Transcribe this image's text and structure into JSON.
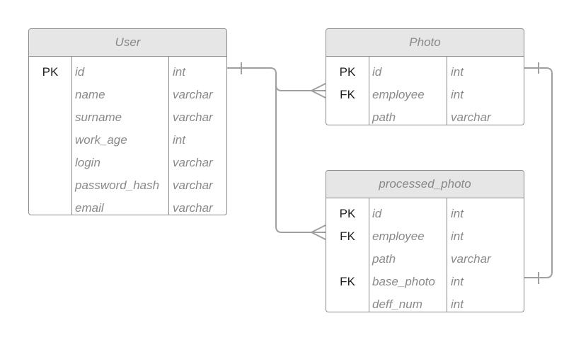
{
  "diagram": {
    "colors": {
      "border": "#8a8a8a",
      "header_bg": "#e6e6e6",
      "header_text": "#888888",
      "field_text": "#8a8a8a",
      "key_text": "#222222",
      "connector": "#a0a0a0"
    },
    "entities": {
      "user": {
        "title": "User",
        "fields": [
          {
            "key": "PK",
            "name": "id",
            "type": "int"
          },
          {
            "key": "",
            "name": "name",
            "type": "varchar"
          },
          {
            "key": "",
            "name": "surname",
            "type": "varchar"
          },
          {
            "key": "",
            "name": "work_age",
            "type": "int"
          },
          {
            "key": "",
            "name": "login",
            "type": "varchar"
          },
          {
            "key": "",
            "name": "password_hash",
            "type": "varchar"
          },
          {
            "key": "",
            "name": "email",
            "type": "varchar"
          }
        ]
      },
      "photo": {
        "title": "Photo",
        "fields": [
          {
            "key": "PK",
            "name": "id",
            "type": "int"
          },
          {
            "key": "FK",
            "name": "employee",
            "type": "int"
          },
          {
            "key": "",
            "name": "path",
            "type": "varchar"
          }
        ]
      },
      "processed_photo": {
        "title": "processed_photo",
        "fields": [
          {
            "key": "PK",
            "name": "id",
            "type": "int"
          },
          {
            "key": "FK",
            "name": "employee",
            "type": "int"
          },
          {
            "key": "",
            "name": "path",
            "type": "varchar"
          },
          {
            "key": "FK",
            "name": "base_photo",
            "type": "int"
          },
          {
            "key": "",
            "name": "deff_num",
            "type": "int"
          }
        ]
      }
    },
    "relationships": [
      {
        "from": "User.id",
        "to": "Photo.employee",
        "from_end": "one",
        "to_end": "many"
      },
      {
        "from": "User.id",
        "to": "processed_photo.employee",
        "from_end": "one",
        "to_end": "many"
      },
      {
        "from": "Photo.id",
        "to": "processed_photo.base_photo",
        "from_end": "one",
        "to_end": "one"
      }
    ]
  }
}
